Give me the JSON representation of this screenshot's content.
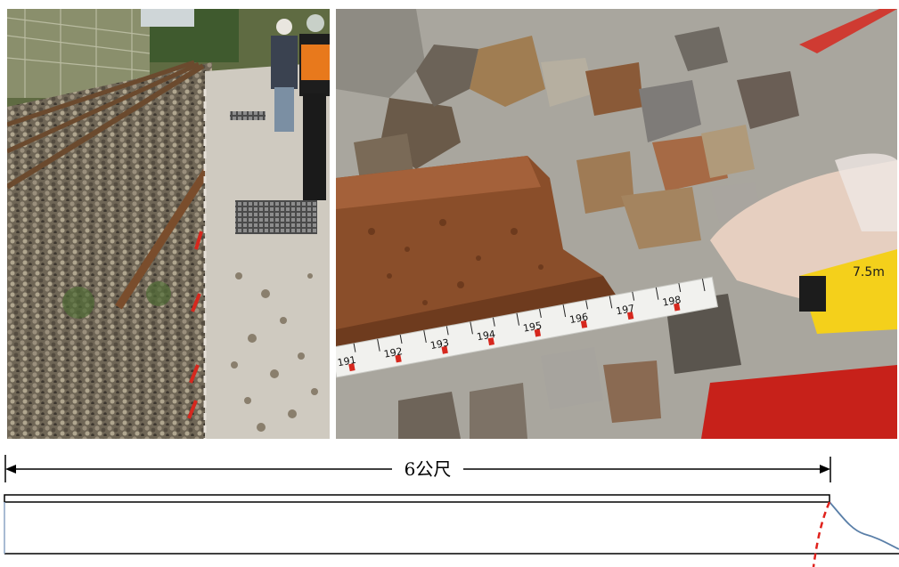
{
  "photos": {
    "left": {
      "subject": "railway-track-with-removed-rail"
    },
    "right": {
      "subject": "rail-end-measured-with-tape"
    }
  },
  "tape_measure": {
    "ticks": [
      "191",
      "192",
      "193",
      "194",
      "195",
      "196",
      "197",
      "198"
    ],
    "brand_label": "7.5m"
  },
  "diagram": {
    "dimension_label": "6公尺",
    "colors": {
      "line": "#000000",
      "break": "#e0221c",
      "deformation": "#5a7fa8"
    }
  }
}
